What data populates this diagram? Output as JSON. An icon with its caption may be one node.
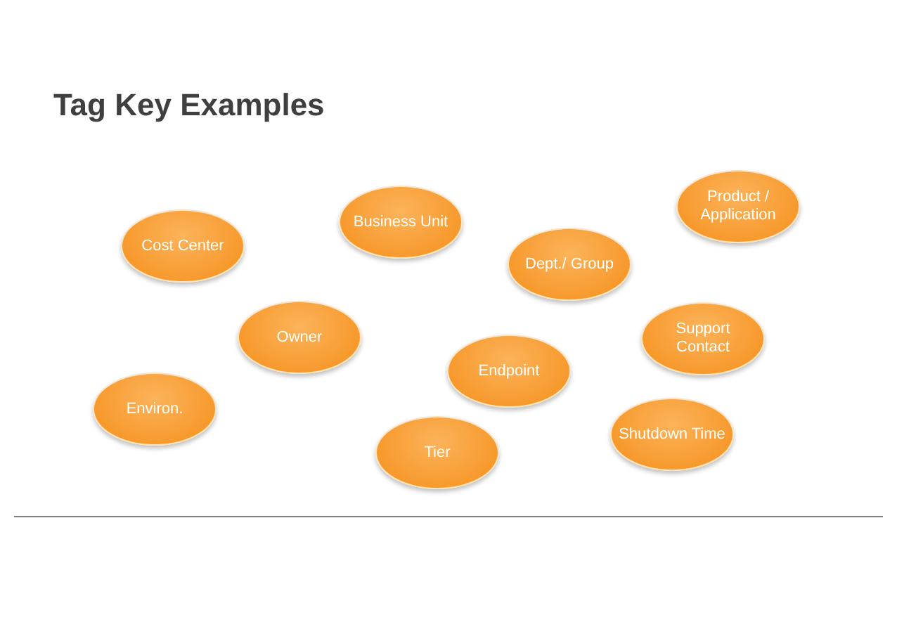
{
  "diagram": {
    "title": "Tag Key Examples",
    "nodes": [
      {
        "text": [
          "Product / Application"
        ]
      },
      {
        "text": [
          "Business Unit"
        ]
      },
      {
        "text": [
          "Cost Center"
        ]
      },
      {
        "text": [
          "Dept./ Group"
        ]
      },
      {
        "text": [
          "Owner"
        ]
      },
      {
        "text": [
          "Support Contact"
        ]
      },
      {
        "text": [
          "Endpoint"
        ]
      },
      {
        "text": [
          "Environ."
        ]
      },
      {
        "text": [
          "Shutdown Time"
        ]
      },
      {
        "text": [
          "Tier"
        ]
      }
    ]
  }
}
